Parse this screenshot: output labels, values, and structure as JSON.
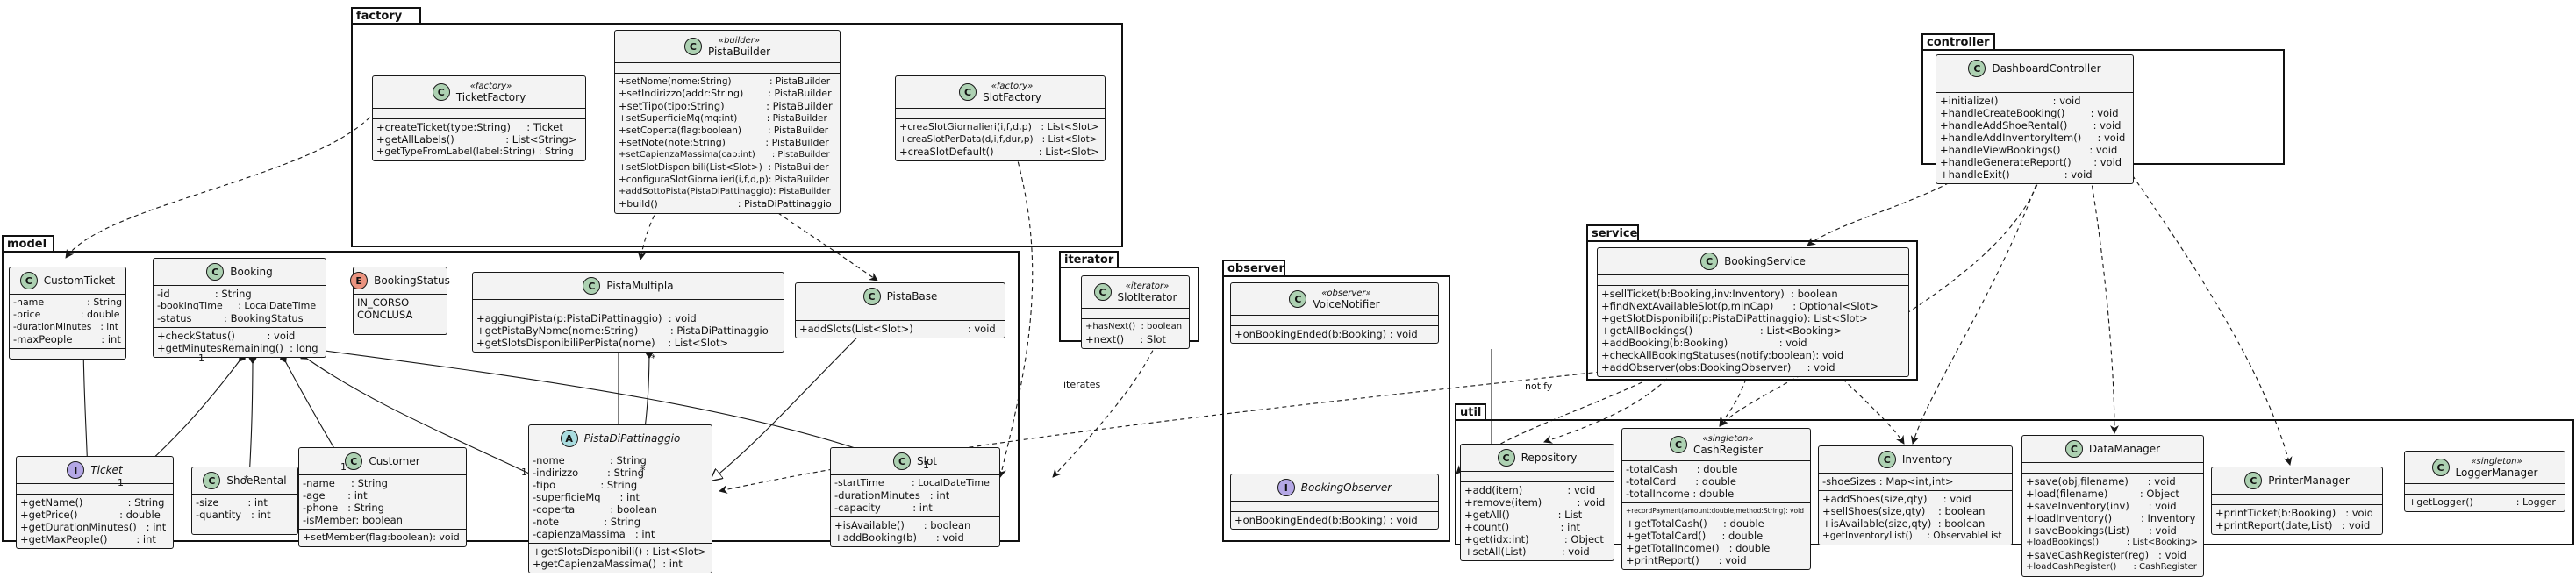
{
  "packages": {
    "factory": "factory",
    "controller": "controller",
    "model": "model",
    "iterator": "iterator",
    "observer": "observer",
    "service": "service",
    "util": "util"
  },
  "classes": {
    "PistaBuilder": {
      "stereotype": "«builder»",
      "name": "PistaBuilder",
      "fields": [],
      "methods": [
        "+setNome(nome:String)             : PistaBuilder",
        "+setIndirizzo(addr:String)        : PistaBuilder",
        "+setTipo(tipo:String)             : PistaBuilder",
        "+setSuperficieMq(mq:int)          : PistaBuilder",
        "+setCoperta(flag:boolean)         : PistaBuilder",
        "+setNote(note:String)             : PistaBuilder",
        "+setCapienzaMassima(cap:int)      : PistaBuilder",
        "+setSlotDisponibili(List<Slot>)  : PistaBuilder",
        "+configuraSlotGiornalieri(i,f,d,p): PistaBuilder",
        "+addSottoPista(PistaDiPattinaggio): PistaBuilder",
        "+build()                          : PistaDiPattinaggio"
      ]
    },
    "TicketFactory": {
      "stereotype": "«factory»",
      "name": "TicketFactory",
      "fields": [],
      "methods": [
        "+createTicket(type:String)     : Ticket",
        "+getAllLabels()                : List<String>",
        "+getTypeFromLabel(label:String) : String"
      ]
    },
    "SlotFactory": {
      "stereotype": "«factory»",
      "name": "SlotFactory",
      "fields": [],
      "methods": [
        "+creaSlotGiornalieri(i,f,d,p)   : List<Slot>",
        "+creaSlotPerData(d,i,f,dur,p)   : List<Slot>",
        "+creaSlotDefault()              : List<Slot>"
      ]
    },
    "DashboardController": {
      "stereotype": "",
      "name": "DashboardController",
      "fields": [],
      "methods": [
        "+initialize()                 : void",
        "+handleCreateBooking()        : void",
        "+handleAddShoeRental()        : void",
        "+handleAddInventoryItem()     : void",
        "+handleViewBookings()         : void",
        "+handleGenerateReport()       : void",
        "+handleExit()                 : void"
      ]
    },
    "CustomTicket": {
      "stereotype": "",
      "name": "CustomTicket",
      "fields": [
        "-name              : String",
        "-price             : double",
        "-durationMinutes   : int",
        "-maxPeople         : int"
      ],
      "methods": []
    },
    "Booking": {
      "stereotype": "",
      "name": "Booking",
      "fields": [
        "-id              : String",
        "-bookingTime     : LocalDateTime",
        "-status          : BookingStatus"
      ],
      "methods": [
        "+checkStatus()          : void",
        "+getMinutesRemaining()  : long"
      ]
    },
    "BookingStatus": {
      "stereotype": "",
      "name": "BookingStatus",
      "fields": [
        "IN_CORSO",
        "CONCLUSA"
      ],
      "methods": []
    },
    "PistaMultipla": {
      "stereotype": "",
      "name": "PistaMultipla",
      "fields": [],
      "methods": [
        "+aggiungiPista(p:PistaDiPattinaggio)  : void",
        "+getPistaByNome(nome:String)          : PistaDiPattinaggio",
        "+getSlotsDisponibiliPerPista(nome)    : List<Slot>"
      ]
    },
    "PistaBase": {
      "stereotype": "",
      "name": "PistaBase",
      "fields": [],
      "methods": [
        "+addSlots(List<Slot>)                 : void"
      ]
    },
    "Ticket": {
      "stereotype": "",
      "name": "Ticket",
      "fields": [],
      "methods": [
        "+getName()              : String",
        "+getPrice()             : double",
        "+getDurationMinutes()   : int",
        "+getMaxPeople()         : int"
      ]
    },
    "ShoeRental": {
      "stereotype": "",
      "name": "ShoeRental",
      "fields": [
        "-size         : int",
        "-quantity   : int"
      ],
      "methods": []
    },
    "Customer": {
      "stereotype": "",
      "name": "Customer",
      "fields": [
        "-name     : String",
        "-age       : int",
        "-phone   : String",
        "-isMember: boolean"
      ],
      "methods": [
        "+setMember(flag:boolean): void"
      ]
    },
    "PistaDiPattinaggio": {
      "stereotype": "",
      "name": "PistaDiPattinaggio",
      "fields": [
        "-nome              : String",
        "-indirizzo         : String",
        "-tipo              : String",
        "-superficieMq      : int",
        "-coperta           : boolean",
        "-note              : String",
        "-capienzaMassima   : int"
      ],
      "methods": [
        "+getSlotsDisponibili() : List<Slot>",
        "+getCapienzaMassima()  : int"
      ]
    },
    "Slot": {
      "stereotype": "",
      "name": "Slot",
      "fields": [
        "-startTime         : LocalDateTime",
        "-durationMinutes   : int",
        "-capacity          : int"
      ],
      "methods": [
        "+isAvailable()      : boolean",
        "+addBooking(b)      : void"
      ]
    },
    "SlotIterator": {
      "stereotype": "«iterator»",
      "name": "SlotIterator",
      "fields": [],
      "methods": [
        "+hasNext()  : boolean",
        "+next()     : Slot"
      ]
    },
    "VoiceNotifier": {
      "stereotype": "«observer»",
      "name": "VoiceNotifier",
      "fields": [],
      "methods": [
        "+onBookingEnded(b:Booking) : void"
      ]
    },
    "BookingObserver": {
      "stereotype": "",
      "name": "BookingObserver",
      "fields": [],
      "methods": [
        "+onBookingEnded(b:Booking) : void"
      ]
    },
    "BookingService": {
      "stereotype": "",
      "name": "BookingService",
      "fields": [],
      "methods": [
        "+sellTicket(b:Booking,inv:Inventory)  : boolean",
        "+findNextAvailableSlot(p,minCap)      : Optional<Slot>",
        "+getSlotDisponibili(p:PistaDiPattinaggio): List<Slot>",
        "+getAllBookings()                     : List<Booking>",
        "+addBooking(b:Booking)                : void",
        "+checkAllBookingStatuses(notify:boolean): void",
        "+addObserver(obs:BookingObserver)     : void"
      ]
    },
    "Repository": {
      "stereotype": "",
      "name": "Repository",
      "fields": [],
      "methods": [
        "+add(item)              : void",
        "+remove(item)           : void",
        "+getAll()               : List",
        "+count()                : int",
        "+get(idx:int)           : Object",
        "+setAll(List)           : void"
      ]
    },
    "CashRegister": {
      "stereotype": "«singleton»",
      "name": "CashRegister",
      "fields": [
        "-totalCash      : double",
        "-totalCard      : double",
        "-totalIncome : double"
      ],
      "methods": [
        "+recordPayment(amount:double,method:String): void",
        "+getTotalCash()     : double",
        "+getTotalCard()     : double",
        "+getTotalIncome()   : double",
        "+printReport()      : void"
      ]
    },
    "Inventory": {
      "stereotype": "",
      "name": "Inventory",
      "fields": [
        "-shoeSizes : Map<int,int>"
      ],
      "methods": [
        "+addShoes(size,qty)     : void",
        "+sellShoes(size,qty)    : boolean",
        "+isAvailable(size,qty)  : boolean",
        "+getInventoryList()     : ObservableList"
      ]
    },
    "DataManager": {
      "stereotype": "",
      "name": "DataManager",
      "fields": [],
      "methods": [
        "+save(obj,filename)      : void",
        "+load(filename)          : Object",
        "+saveInventory(inv)      : void",
        "+loadInventory()         : Inventory",
        "+saveBookings(List)      : void",
        "+loadBookings()          : List<Booking>",
        "+saveCashRegister(reg)   : void",
        "+loadCashRegister()      : CashRegister"
      ]
    },
    "PrinterManager": {
      "stereotype": "",
      "name": "PrinterManager",
      "fields": [],
      "methods": [
        "+printTicket(b:Booking)   : void",
        "+printReport(date,List)   : void"
      ]
    },
    "LoggerManager": {
      "stereotype": "«singleton»",
      "name": "LoggerManager",
      "fields": [],
      "methods": [
        "+getLogger()              : Logger"
      ]
    }
  },
  "edge_labels": {
    "iterates": "iterates",
    "notify": "notify"
  },
  "multiplicities": {
    "booking_ticket_a": "1",
    "booking_ticket_b": "1",
    "booking_shoe": "*",
    "booking_customer": "1",
    "booking_pista": "1",
    "booking_slot": "1",
    "multipla_pista": "*",
    "multipla_pista_b": "*"
  },
  "badges": {
    "class": "C",
    "interface": "I",
    "abstract": "A",
    "enum": "E"
  }
}
